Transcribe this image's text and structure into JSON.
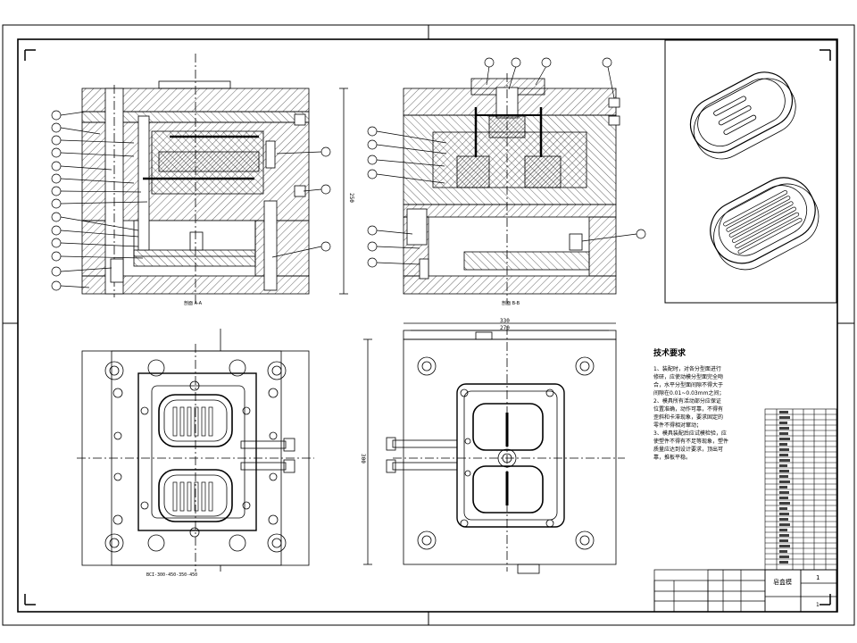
{
  "section_labels": {
    "left": "剖面 A-A",
    "right": "剖面 B-B"
  },
  "dimensions": {
    "height_left": "250",
    "width_total": "330",
    "width_inner": "270",
    "height_right": "300"
  },
  "view_note": "BCI-300-450-350-450",
  "tech_requirements": {
    "title": "技术要求",
    "lines": [
      "1、装配时，对各分型面进行",
      "修研，应使动模分型面完全吻",
      "合，水平分型面间隙不得大于",
      "间隙在0.01~0.03mm之间；",
      "2、模具所有活动部分应保证",
      "位置准确，动作可靠，不得有",
      "歪斜和卡滞现象，要求固定的",
      "零件不得相对窜动；",
      "3、模具装配后应试模检验，应",
      "使塑件不得有不足等现象，塑件",
      "质量应达到设计要求，顶出可",
      "靠，推板平稳。"
    ]
  },
  "title_block": {
    "name": "皂盒模",
    "scale": "1",
    "sheet": "1"
  },
  "colors": {
    "line": "#000000",
    "paper": "#ffffff"
  }
}
